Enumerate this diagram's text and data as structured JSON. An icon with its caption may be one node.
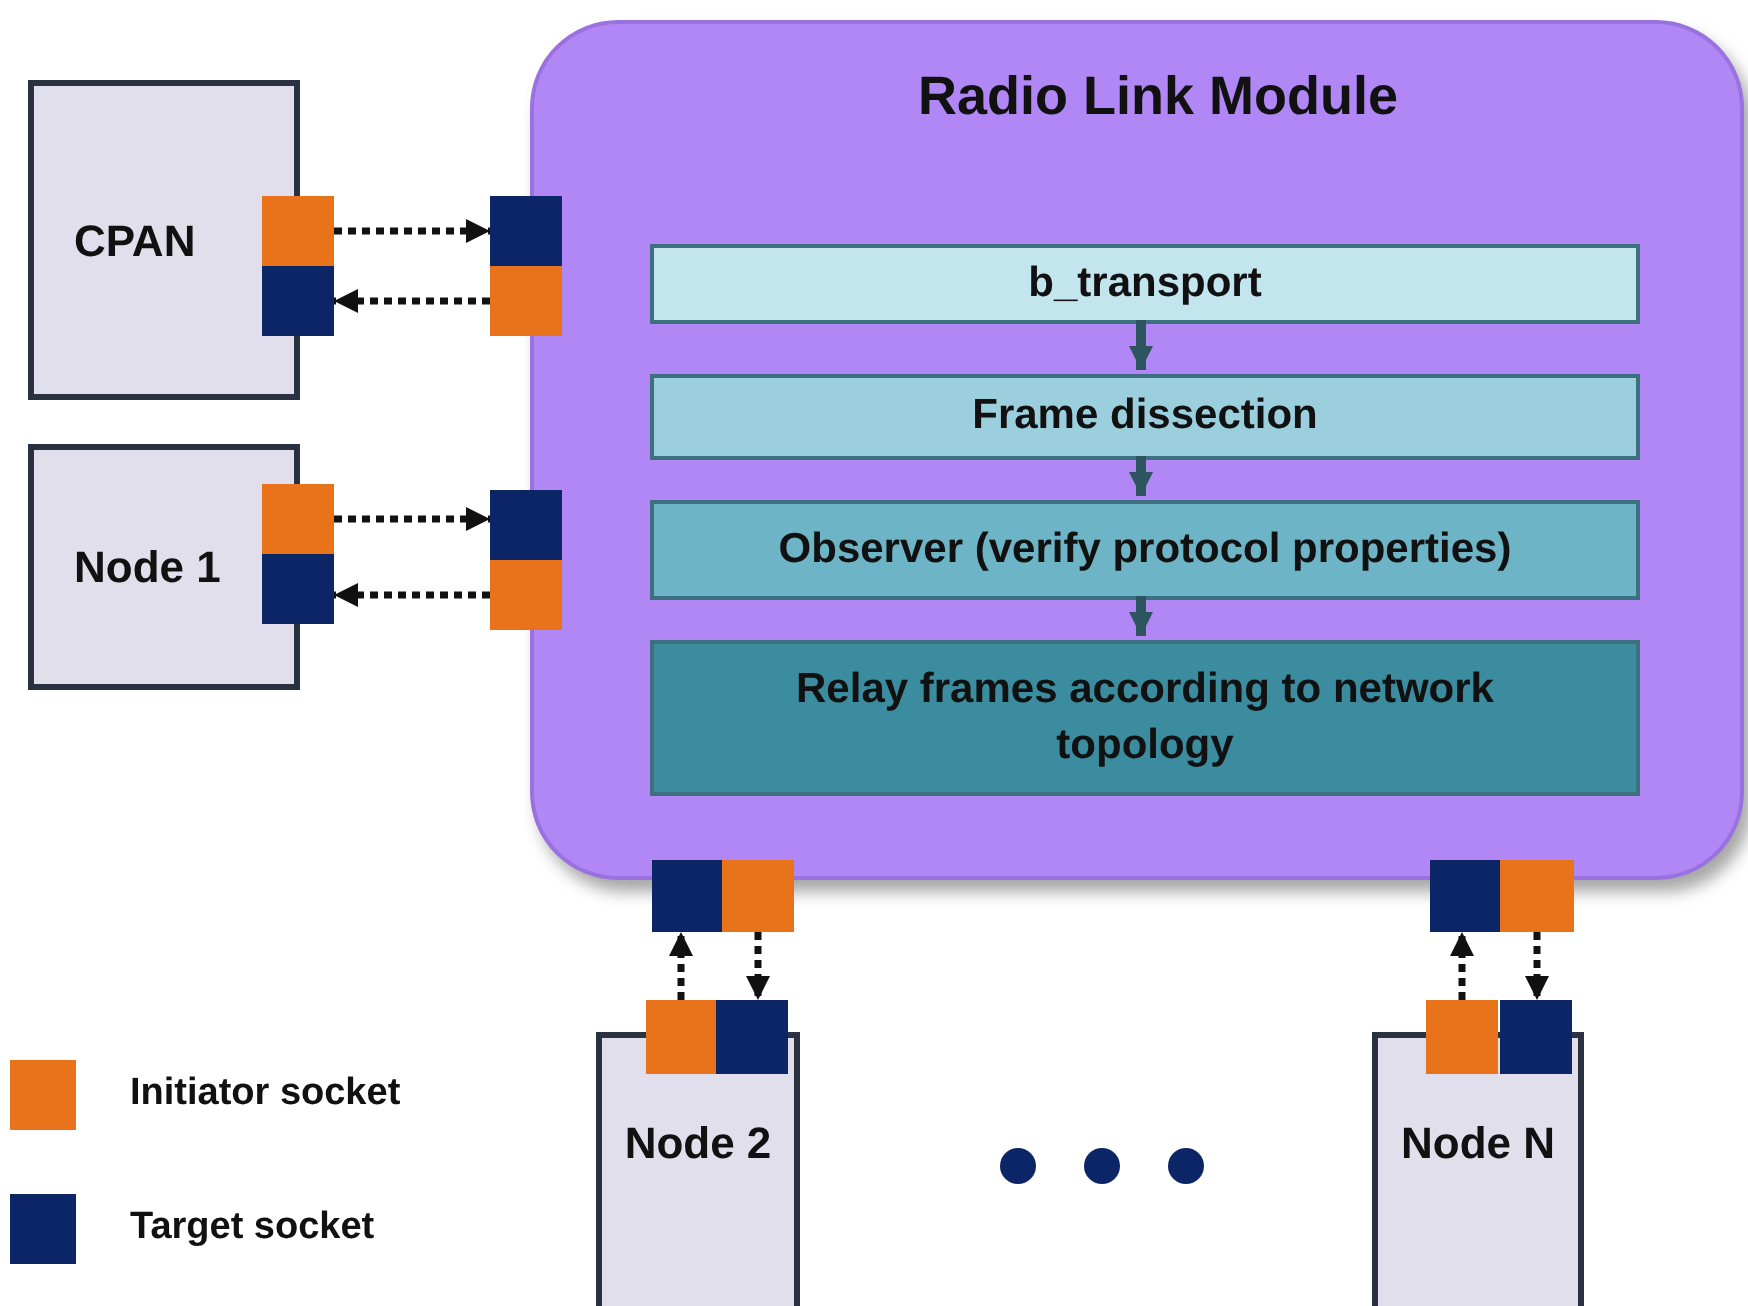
{
  "diagram": {
    "nodes": [
      {
        "text": [
          "Radio Link Module"
        ]
      },
      {
        "text": [
          "b_transport"
        ],
        "in": 0
      },
      {
        "text": [
          "Frame dissection"
        ],
        "in": 0
      },
      {
        "text": [
          "Observer (verify protocol properties)"
        ],
        "in": 0
      },
      {
        "text": [
          "Relay frames according to network topology"
        ],
        "in": 0
      },
      {
        "text": [
          "CPAN"
        ]
      },
      {
        "text": [
          "Node 1"
        ]
      },
      {
        "text": [
          "Node 2"
        ]
      },
      {
        "text": [
          "Node N"
        ]
      },
      {
        "text": [],
        "shape": "box"
      },
      {
        "text": [],
        "shape": "box"
      },
      {
        "text": [],
        "shape": "box"
      },
      {
        "text": [],
        "shape": "box"
      },
      {
        "text": [],
        "shape": "box"
      },
      {
        "text": [],
        "shape": "box"
      },
      {
        "text": [],
        "shape": "box"
      },
      {
        "text": [],
        "shape": "box"
      },
      {
        "text": [],
        "shape": "box"
      },
      {
        "text": [],
        "shape": "box"
      },
      {
        "text": [],
        "shape": "box"
      },
      {
        "text": [],
        "shape": "box"
      },
      {
        "text": [],
        "shape": "box"
      },
      {
        "text": [],
        "shape": "box"
      },
      {
        "text": [],
        "shape": "box"
      },
      {
        "text": [],
        "shape": "box"
      }
    ],
    "edges": [
      {
        "from": 1,
        "to": 2,
        "arrow": "to",
        "color": "#2d5560"
      },
      {
        "from": 2,
        "to": 3,
        "arrow": "to",
        "color": "#2d5560"
      },
      {
        "from": 3,
        "to": 4,
        "arrow": "to",
        "color": "#2d5560"
      },
      {
        "from": 9,
        "to": 11,
        "arrow": "to",
        "style": "dashed"
      },
      {
        "from": 12,
        "to": 10,
        "arrow": "to",
        "style": "dashed"
      },
      {
        "from": 13,
        "to": 15,
        "arrow": "to",
        "style": "dashed"
      },
      {
        "from": 16,
        "to": 14,
        "arrow": "to",
        "style": "dashed"
      },
      {
        "from": 19,
        "to": 17,
        "arrow": "to",
        "style": "dashed"
      },
      {
        "from": 18,
        "to": 20,
        "arrow": "to",
        "style": "dashed"
      },
      {
        "from": 23,
        "to": 21,
        "arrow": "to",
        "style": "dashed"
      },
      {
        "from": 22,
        "to": 24,
        "arrow": "to",
        "style": "dashed"
      }
    ],
    "legend": [
      {
        "text": "Initiator socket",
        "color": "#e8731a"
      },
      {
        "text": "Target socket",
        "color": "#0b2566"
      }
    ]
  }
}
